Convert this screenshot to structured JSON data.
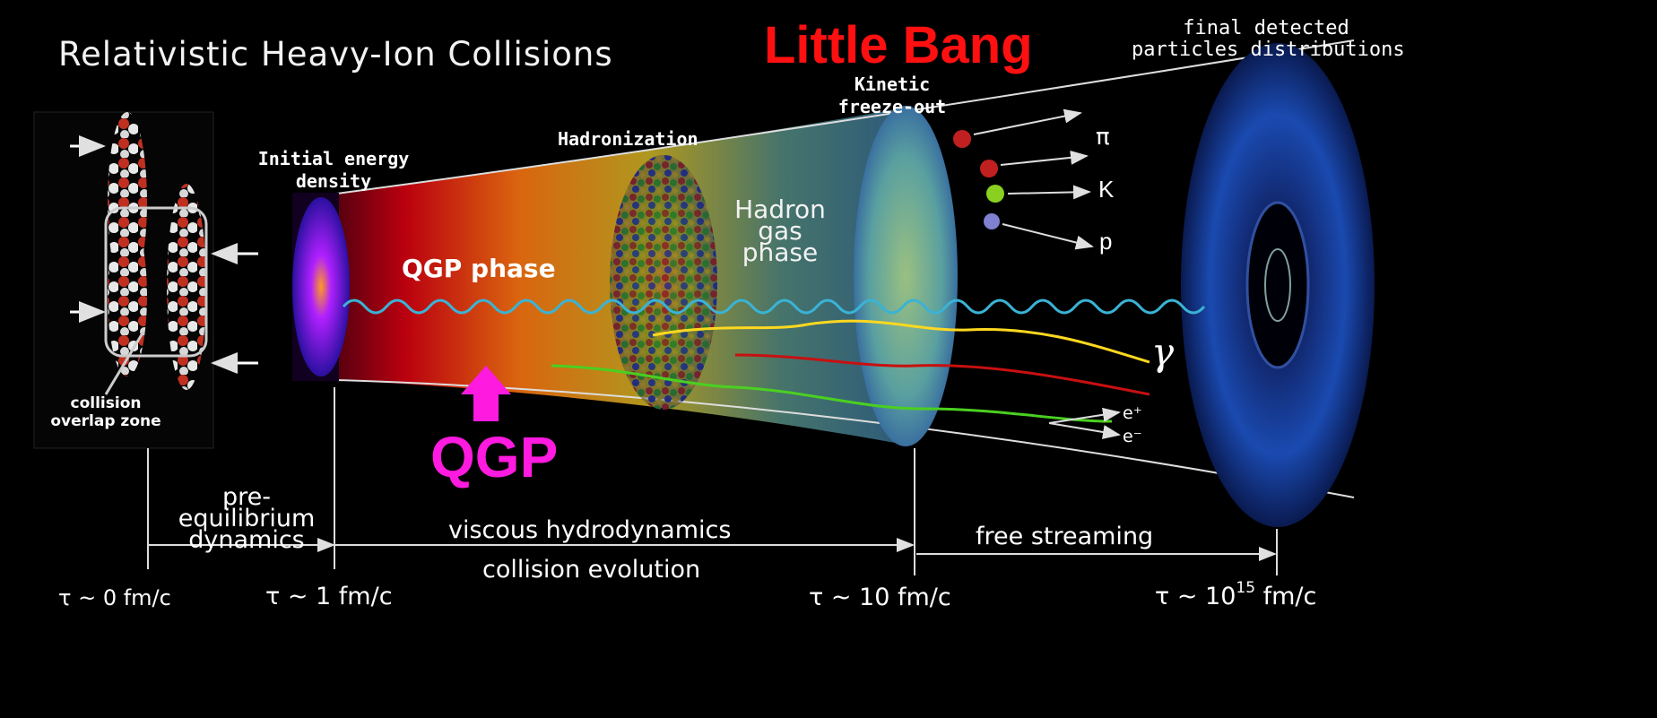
{
  "title": "Relativistic Heavy-Ion Collisions",
  "headline": "Little Bang",
  "final_label": [
    "final detected",
    "particles distributions"
  ],
  "kinetic_label": [
    "Kinetic",
    "freeze-out"
  ],
  "hadronization_label": "Hadronization",
  "initial_label": [
    "Initial energy",
    "density"
  ],
  "hadron_gas_label": [
    "Hadron",
    "gas",
    "phase"
  ],
  "qgp_phase_label": "QGP phase",
  "qgp_highlight": "QGP",
  "overlap_label": [
    "collision",
    "overlap zone"
  ],
  "pre_eq_label": [
    "pre-",
    "equilibrium",
    "dynamics"
  ],
  "viscous_label": "viscous hydrodynamics",
  "free_streaming_label": "free streaming",
  "collision_evolution_label": "collision evolution",
  "time_marks": {
    "t0": "τ ~ 0 fm/c",
    "t1": "τ ~ 1 fm/c",
    "t10": "τ ~ 10 fm/c",
    "t15_prefix": "τ ~ 10",
    "t15_exp": "15",
    "t15_suffix": " fm/c"
  },
  "particles": {
    "pi": "π",
    "k": "K",
    "p": "p",
    "gamma": "γ",
    "e_plus": "e⁺",
    "e_minus": "e⁻"
  },
  "colors": {
    "headline": "#ff1010",
    "qgp": "#ff1ae0",
    "photon": "#3ab3d6"
  }
}
